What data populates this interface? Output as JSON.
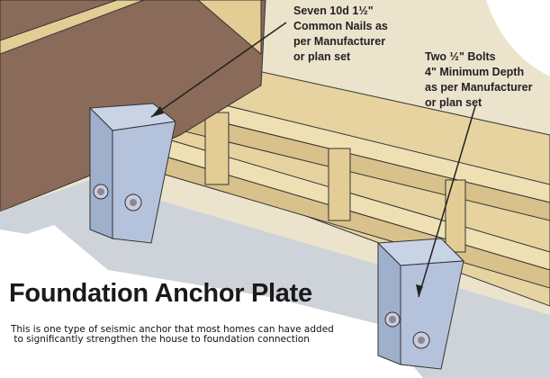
{
  "title": "Foundation Anchor Plate",
  "description": [
    "This is one type of seismic anchor that most homes can have added",
    " to significantly strengthen the house to foundation connection"
  ],
  "callouts": {
    "nails": [
      "Seven 10d  1½\"",
      "Common Nails as",
      "per Manufacturer",
      "or plan set"
    ],
    "bolts": [
      "Two ½\" Bolts",
      "4\" Minimum Depth",
      "as per Manufacturer",
      "or plan set"
    ]
  },
  "colors": {
    "wall": "#8a6a58",
    "wood": "#e9d7a6",
    "concrete": "#c9cfd6",
    "plate": "#aebcd6"
  }
}
